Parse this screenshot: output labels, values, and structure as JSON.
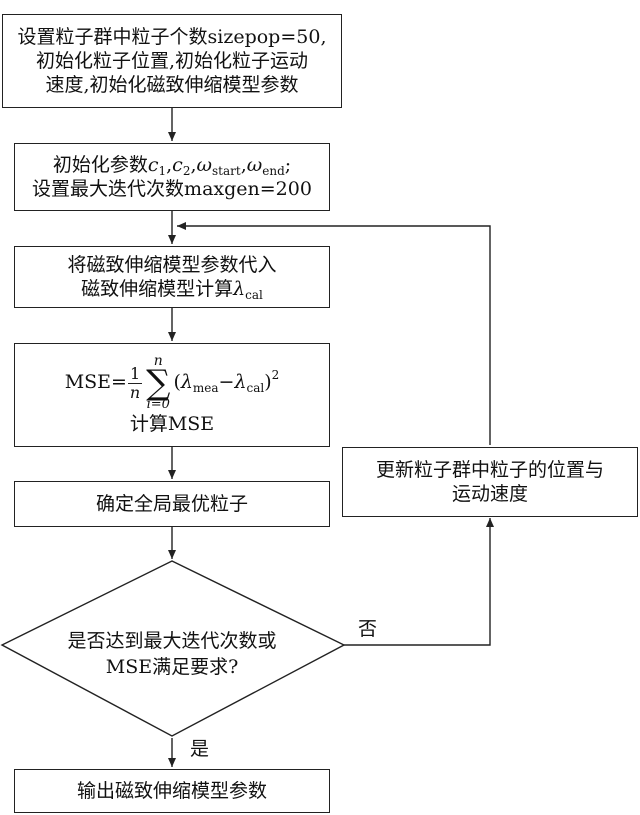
{
  "flowchart": {
    "box1": {
      "line1": "设置粒子群中粒子个数sizepop=50,",
      "line2": "初始化粒子位置,初始化粒子运动",
      "line3": "速度,初始化磁致伸缩模型参数"
    },
    "box2": {
      "line1_prefix": "初始化参数",
      "c": "c",
      "c1_sub": "1",
      "c2_sub": "2",
      "comma": ",",
      "omega": "ω",
      "start_sub": "start",
      "end_sub": "end",
      "semicolon": ";",
      "line2": "设置最大迭代次数maxgen=200"
    },
    "box3": {
      "line1": "将磁致伸缩模型参数代入",
      "line2_prefix": "磁致伸缩模型计算",
      "lambda": "λ",
      "cal_sub": "cal"
    },
    "box4": {
      "mse_prefix": "MSE=",
      "frac_num": "1",
      "frac_den": "n",
      "sum_top": "n",
      "sum_symbol": "∑",
      "sum_bottom": "i=0",
      "open_paren": "(",
      "lambda": "λ",
      "mea_sub": "mea",
      "minus": "−",
      "cal_sub": "cal",
      "close_paren": ")",
      "power": "2",
      "line2": "计算MSE"
    },
    "box5": {
      "text": "确定全局最优粒子"
    },
    "decision": {
      "line1": "是否达到最大迭代次数或",
      "line2": "MSE满足要求?"
    },
    "box_update": {
      "line1": "更新粒子群中粒子的位置与",
      "line2": "运动速度"
    },
    "box_output": {
      "text": "输出磁致伸缩模型参数"
    },
    "label_no": "否",
    "label_yes": "是"
  }
}
